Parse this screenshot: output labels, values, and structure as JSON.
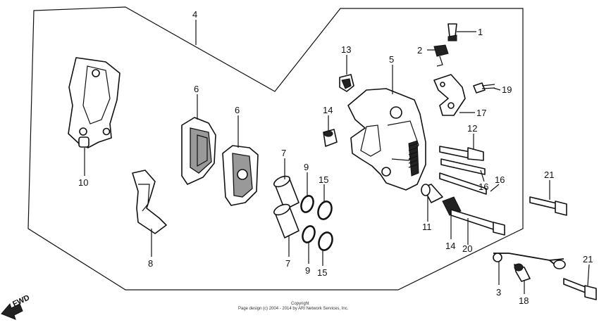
{
  "diagram": {
    "callouts": [
      {
        "id": "c1",
        "text": "1"
      },
      {
        "id": "c2",
        "text": "2"
      },
      {
        "id": "c3",
        "text": "3"
      },
      {
        "id": "c4",
        "text": "4"
      },
      {
        "id": "c5",
        "text": "5"
      },
      {
        "id": "c6a",
        "text": "6"
      },
      {
        "id": "c6b",
        "text": "6"
      },
      {
        "id": "c7a",
        "text": "7"
      },
      {
        "id": "c7b",
        "text": "7"
      },
      {
        "id": "c8",
        "text": "8"
      },
      {
        "id": "c9a",
        "text": "9"
      },
      {
        "id": "c9b",
        "text": "9"
      },
      {
        "id": "c10",
        "text": "10"
      },
      {
        "id": "c11",
        "text": "11"
      },
      {
        "id": "c12",
        "text": "12"
      },
      {
        "id": "c13",
        "text": "13"
      },
      {
        "id": "c14a",
        "text": "14"
      },
      {
        "id": "c14b",
        "text": "14"
      },
      {
        "id": "c15a",
        "text": "15"
      },
      {
        "id": "c15b",
        "text": "15"
      },
      {
        "id": "c16a",
        "text": "16"
      },
      {
        "id": "c16b",
        "text": "16"
      },
      {
        "id": "c17",
        "text": "17"
      },
      {
        "id": "c18",
        "text": "18"
      },
      {
        "id": "c19",
        "text": "19"
      },
      {
        "id": "c20",
        "text": "20"
      },
      {
        "id": "c21a",
        "text": "21"
      },
      {
        "id": "c21b",
        "text": "21"
      }
    ],
    "fwd_label": "FWD",
    "copyright_title": "Copyright",
    "copyright_text": "Page design (c) 2004 - 2014 by ARI Network Services, Inc."
  }
}
